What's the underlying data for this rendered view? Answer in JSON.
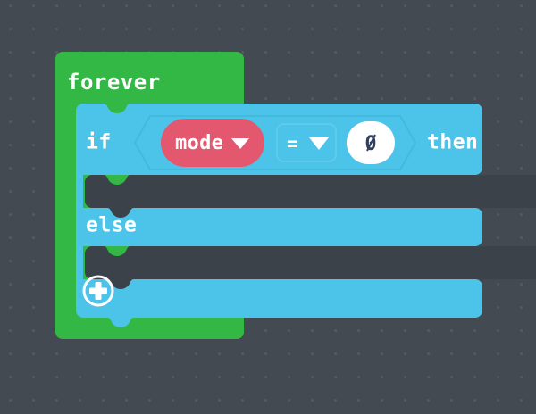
{
  "editor": {
    "name": "blocks-workspace",
    "background_color": "#434a52",
    "grid_dot_color": "#525961",
    "grid_spacing": 26
  },
  "colors": {
    "loops_green": "#34b845",
    "logic_blue": "#4cc3e8",
    "logic_blue_dark": "#44b9de",
    "slot_dark": "#3b424a",
    "variable_red": "#e4586f",
    "field_white": "#ffffff",
    "number_text": "#32405e"
  },
  "blocks": {
    "forever": {
      "label": "forever",
      "category": "loops"
    },
    "if_then_else": {
      "if_label": "if",
      "then_label": "then",
      "else_label": "else",
      "category": "logic",
      "mutator_label": "+"
    },
    "condition": {
      "left_operand": {
        "label": "mode",
        "type": "variable",
        "dropdown": "▼"
      },
      "operator": {
        "label": "=",
        "dropdown": "▼",
        "options": [
          "=",
          "≠",
          "<",
          "≤",
          ">",
          "≥"
        ]
      },
      "right_operand": {
        "value": "0",
        "type": "number"
      }
    }
  },
  "slots": {
    "then_body": "",
    "else_body": ""
  },
  "icons": {
    "plus_circle": "plus-circle-icon",
    "dropdown_caret": "▼"
  }
}
